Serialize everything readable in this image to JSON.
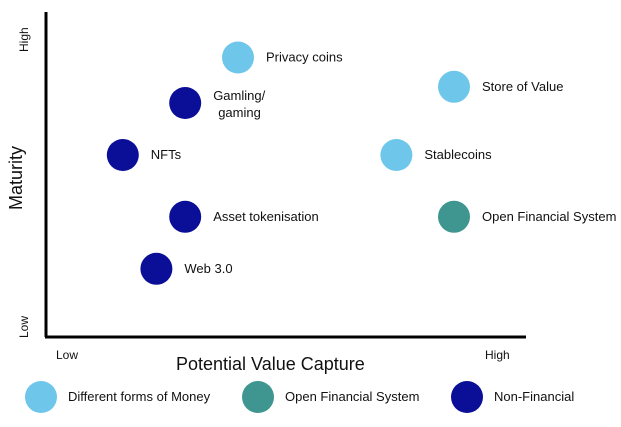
{
  "chart_data": {
    "type": "scatter",
    "title": "",
    "xlabel": "Potential Value Capture",
    "ylabel": "Maturity",
    "x_ticks": [
      "Low",
      "High"
    ],
    "y_ticks": [
      "Low",
      "High"
    ],
    "xlim": [
      0,
      10
    ],
    "ylim": [
      0,
      10
    ],
    "grid": false,
    "legend_position": "bottom",
    "colors": {
      "money": "#6ec6ea",
      "open_financial": "#3f9690",
      "non_financial": "#0b0e96"
    },
    "legend": [
      {
        "name": "Different forms of Money",
        "color_key": "money"
      },
      {
        "name": "Open Financial System",
        "color_key": "open_financial"
      },
      {
        "name": "Non-Financial",
        "color_key": "non_financial"
      }
    ],
    "points": [
      {
        "label": "Privacy coins",
        "x": 4.0,
        "y": 8.6,
        "group": "money"
      },
      {
        "label": "Store of Value",
        "x": 8.5,
        "y": 7.7,
        "group": "money"
      },
      {
        "label": "Gamling/\ngaming",
        "x": 2.9,
        "y": 7.2,
        "group": "non_financial"
      },
      {
        "label": "NFTs",
        "x": 1.6,
        "y": 5.6,
        "group": "non_financial"
      },
      {
        "label": "Stablecoins",
        "x": 7.3,
        "y": 5.6,
        "group": "money"
      },
      {
        "label": "Asset tokenisation",
        "x": 2.9,
        "y": 3.7,
        "group": "non_financial"
      },
      {
        "label": "Open Financial System",
        "x": 8.5,
        "y": 3.7,
        "group": "open_financial"
      },
      {
        "label": "Web 3.0",
        "x": 2.3,
        "y": 2.1,
        "group": "non_financial"
      }
    ]
  }
}
